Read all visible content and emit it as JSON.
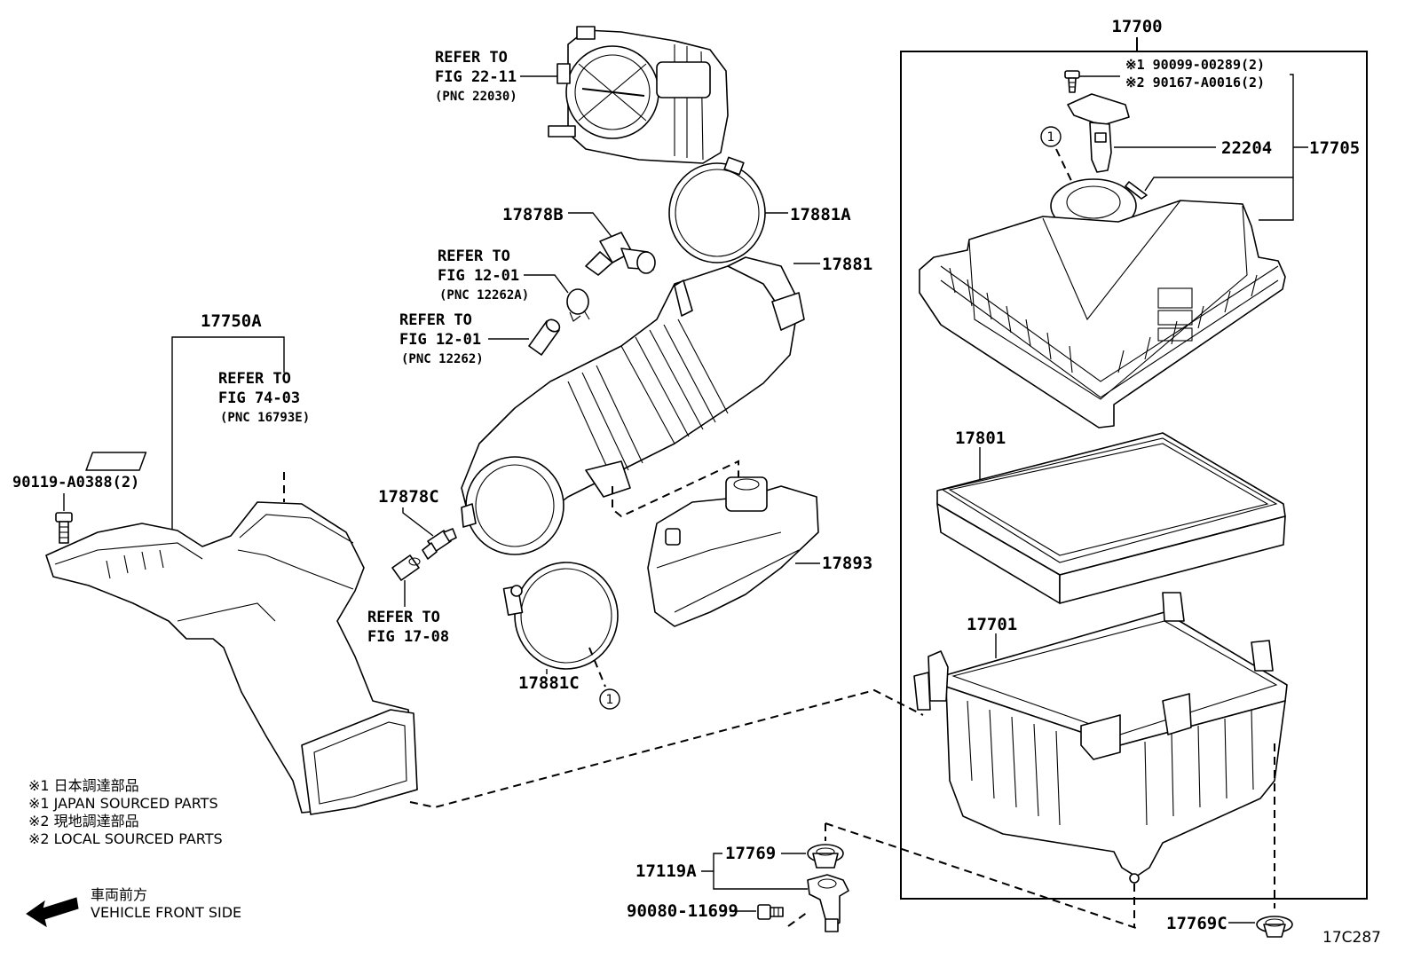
{
  "diagram_id": "17C287",
  "parts": {
    "p17700": "17700",
    "p17705": "17705",
    "p22204": "22204",
    "p17801": "17801",
    "p17701": "17701",
    "p17769C": "17769C",
    "p17769": "17769",
    "p17119A": "17119A",
    "p90080": "90080-11699",
    "p17881A": "17881A",
    "p17878B": "17878B",
    "p17881": "17881",
    "p17893": "17893",
    "p17878C": "17878C",
    "p17881C": "17881C",
    "p17750A": "17750A",
    "p90119": "90119-A0388(2)"
  },
  "bolts": {
    "b1": "※1 90099-00289(2)",
    "b2": "※2 90167-A0016(2)"
  },
  "circle_ref": "1",
  "refs": [
    {
      "l1": "REFER TO",
      "l2": "FIG 22-11",
      "l3": "(PNC 22030)"
    },
    {
      "l1": "REFER TO",
      "l2": "FIG 12-01",
      "l3": "(PNC 12262A)"
    },
    {
      "l1": "REFER TO",
      "l2": "FIG 12-01",
      "l3": "(PNC 12262)"
    },
    {
      "l1": "REFER TO",
      "l2": "FIG 74-03",
      "l3": "(PNC 16793E)"
    },
    {
      "l1": "REFER TO",
      "l2": "FIG 17-08"
    }
  ],
  "notes": [
    "※1  日本調達部品",
    "※1  JAPAN SOURCED PARTS",
    "※2  現地調達部品",
    "※2  LOCAL SOURCED PARTS"
  ],
  "direction": {
    "jp": "車両前方",
    "en": "VEHICLE FRONT SIDE"
  }
}
